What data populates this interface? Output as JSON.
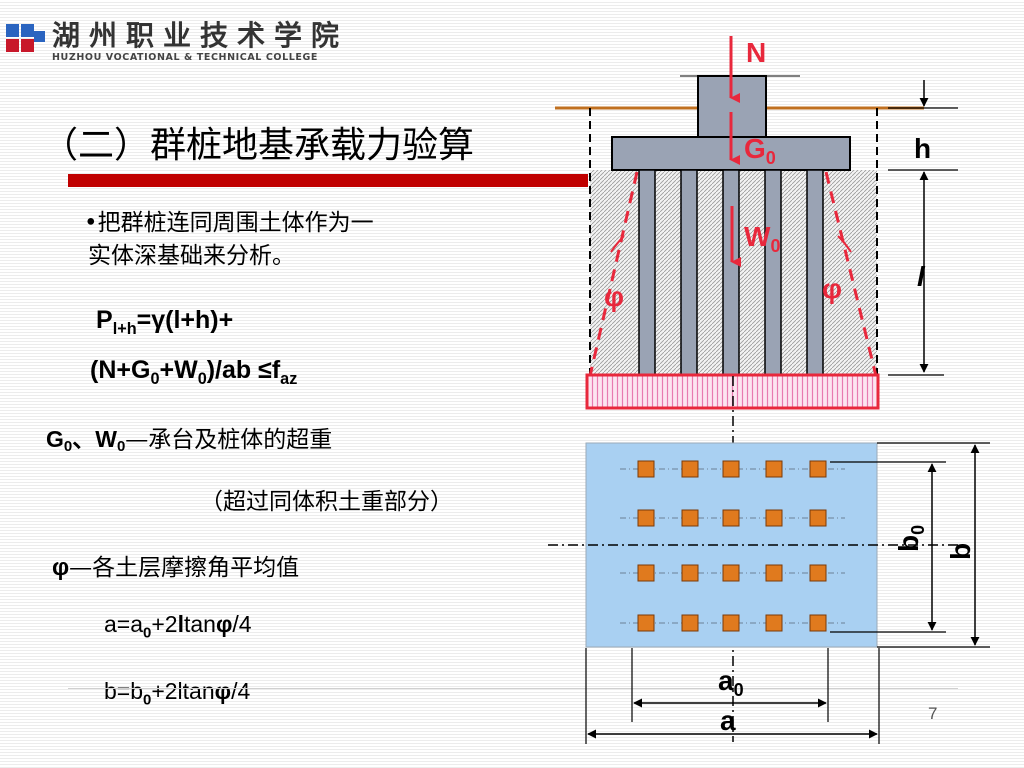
{
  "logo": {
    "name_cn": "湖州职业技术学院",
    "name_en": "HUZHOU VOCATIONAL & TECHNICAL COLLEGE"
  },
  "title": "（二）群桩地基承载力验算",
  "bullet": {
    "line1": "•把群桩连同周围土体作为一",
    "line2": "实体深基础来分析。"
  },
  "formula1": {
    "p": "P",
    "p_sub": "l+h",
    "rest": "=γ(l+h)+"
  },
  "formula2": {
    "a": "(N+G",
    "a_sub": "0",
    "b": "+W",
    "b_sub": "0",
    "c": ")/ab ≤f",
    "c_sub": "az"
  },
  "note1": {
    "g": "G",
    "g_sub": "0",
    "sep": "、W",
    "w_sub": "0",
    "text": "—承台及桩体的超重"
  },
  "note2": "（超过同体积土重部分）",
  "note3": {
    "phi": "φ",
    "text": "—各土层摩擦角平均值"
  },
  "eq_a": {
    "p1": "a=a",
    "s1": "0",
    "p2": "+2",
    "l": "l",
    "p3": "tan",
    "phi": "φ",
    "p4": "/4"
  },
  "eq_b": {
    "p1": "b=b",
    "s1": "0",
    "p2": "+2ltan",
    "phi": "φ",
    "p4": "/4"
  },
  "slide_number": "7",
  "diagram": {
    "N": "N",
    "G": "G",
    "G_sub": "0",
    "W": "W",
    "W_sub": "0",
    "h": "h",
    "l": "l",
    "phi": "φ",
    "a0": "a",
    "a0_sub": "0",
    "a": "a",
    "b0": "b",
    "b0_sub": "0",
    "b": "b"
  },
  "colors": {
    "accent_red": "#c00000",
    "arrow_red": "#e8283c",
    "pile_gray": "#9aa3b4",
    "plan_blue": "#a9d0f2",
    "pile_orange": "#e07a1e",
    "ground_brown": "#c07020",
    "base_pink": "#f5b8d8"
  }
}
